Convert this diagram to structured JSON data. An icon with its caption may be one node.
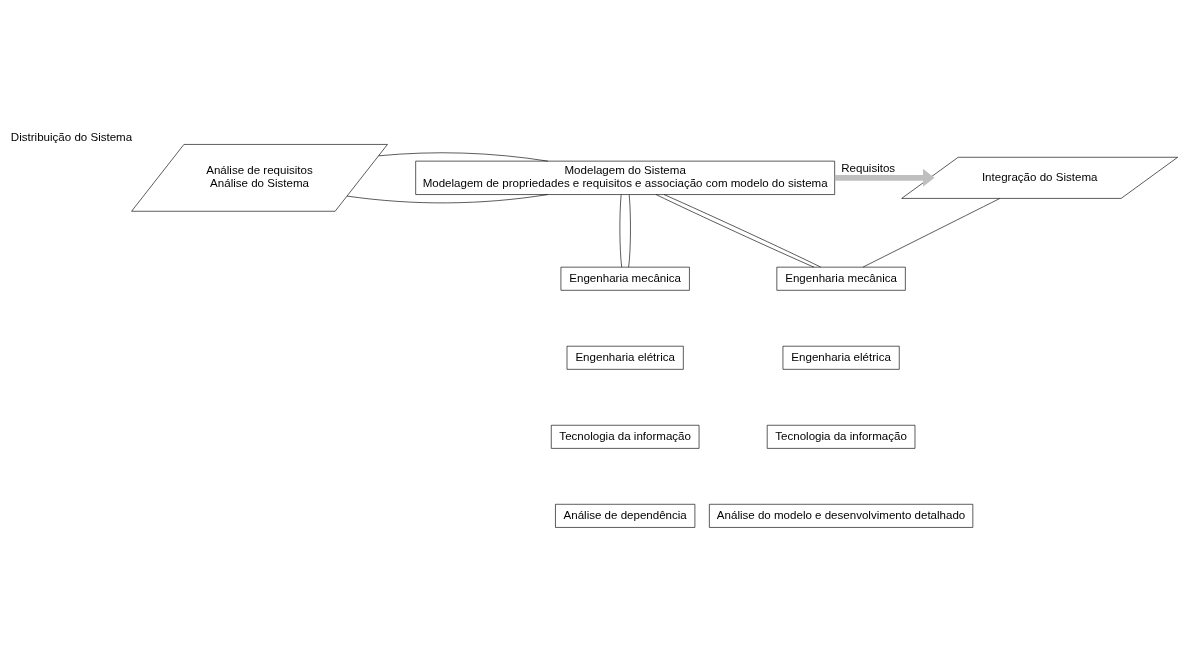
{
  "diagram": {
    "nodes": [
      {
        "text": [
          "Análise de requisitos",
          "Análise do Sistema"
        ],
        "beside": [
          "Distribuição do Sistema"
        ]
      },
      {
        "text": [
          "Modelagem do Sistema",
          "Modelagem de propriedades e requisitos e associação com modelo do sistema"
        ]
      },
      {
        "text": [
          "Integração do Sistema"
        ]
      },
      {
        "text": [
          "Engenharia mecânica"
        ]
      },
      {
        "text": [
          "Engenharia elétrica"
        ]
      },
      {
        "text": [
          "Tecnologia da informação"
        ]
      },
      {
        "text": [
          "Análise de dependência"
        ]
      },
      {
        "text": [
          "Engenharia mecânica"
        ]
      },
      {
        "text": [
          "Engenharia elétrica"
        ]
      },
      {
        "text": [
          "Tecnologia da informação"
        ]
      },
      {
        "text": [
          "Análise do modelo e desenvolvimento detalhado"
        ]
      }
    ],
    "edges": [
      {
        "from": 0,
        "to": 1,
        "arrow": "none"
      },
      {
        "from": 0,
        "to": 1,
        "arrow": "none"
      },
      {
        "from": 1,
        "to": 3,
        "arrow": "none"
      },
      {
        "from": 1,
        "to": 3,
        "arrow": "none"
      },
      {
        "from": 1,
        "to": 7,
        "arrow": "none"
      },
      {
        "from": 1,
        "to": 7,
        "arrow": "none"
      },
      {
        "from": 2,
        "to": 7,
        "arrow": "none"
      },
      {
        "from": 1,
        "to": 2,
        "arrow": "to",
        "label": "Requisitos",
        "style": "thick",
        "color": "#bfbfbf"
      }
    ]
  }
}
